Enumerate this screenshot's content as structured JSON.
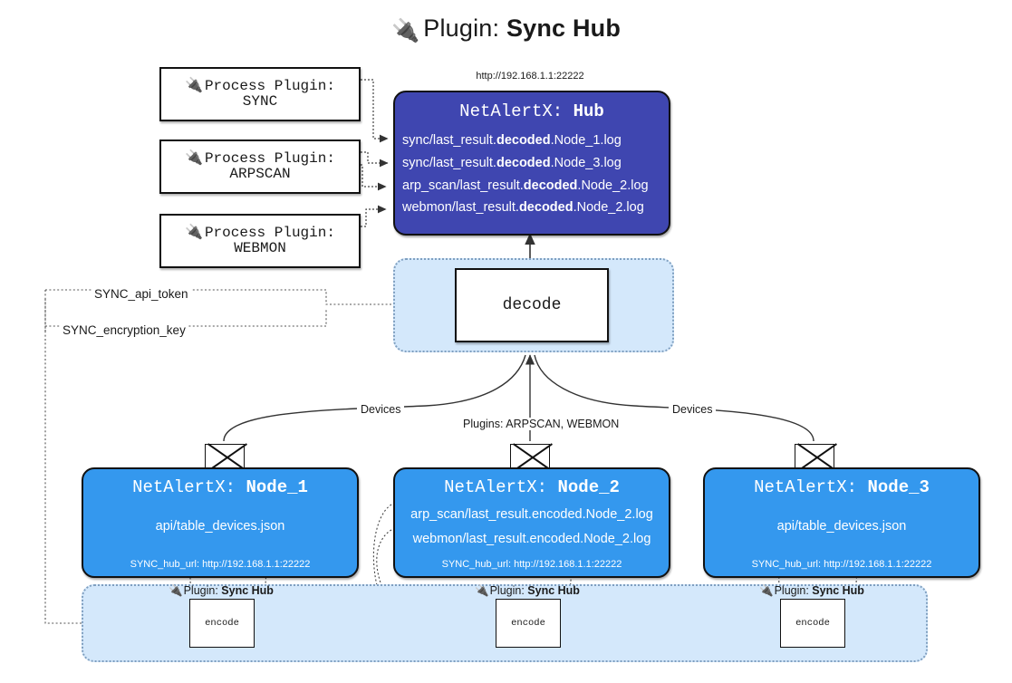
{
  "title": {
    "icon": "plug-icon",
    "prefix": "Plugin:",
    "name": "Sync Hub"
  },
  "hub": {
    "url": "http://192.168.1.1:22222",
    "title_prefix": "NetAlertX:",
    "title_name": "Hub",
    "lines": [
      {
        "pre": "sync/last_result.",
        "bold": "decoded",
        "post": ".Node_1.log"
      },
      {
        "pre": "sync/last_result.",
        "bold": "decoded",
        "post": ".Node_3.log"
      },
      {
        "pre": "arp_scan/last_result.",
        "bold": "decoded",
        "post": ".Node_2.log"
      },
      {
        "pre": "webmon/last_result.",
        "bold": "decoded",
        "post": ".Node_2.log"
      }
    ],
    "color": "#3f46b0"
  },
  "process_plugins": [
    {
      "icon": "plug-icon",
      "label": "Process Plugin:",
      "name": "SYNC"
    },
    {
      "icon": "plug-icon",
      "label": "Process Plugin:",
      "name": "ARPSCAN"
    },
    {
      "icon": "plug-icon",
      "label": "Process Plugin:",
      "name": "WEBMON"
    }
  ],
  "tokens": [
    {
      "label": "SYNC_api_token"
    },
    {
      "label": "SYNC_encryption_key"
    }
  ],
  "decode": {
    "label": "decode",
    "container_color": "#d4e8fb"
  },
  "edge_labels": {
    "devices_left": "Devices",
    "devices_right": "Devices",
    "plugins_mid": "Plugins: ARPSCAN, WEBMON"
  },
  "nodes": [
    {
      "title_prefix": "NetAlertX:",
      "title_name": "Node_1",
      "lines": [
        "api/table_devices.json"
      ],
      "footer": "SYNC_hub_url: http://192.168.1.1:22222",
      "color": "#3498ee",
      "envelope_icon": "envelope-icon"
    },
    {
      "title_prefix": "NetAlertX:",
      "title_name": "Node_2",
      "lines": [
        "arp_scan/last_result.encoded.Node_2.log",
        "webmon/last_result.encoded.Node_2.log"
      ],
      "footer": "SYNC_hub_url: http://192.168.1.1:22222",
      "color": "#3498ee",
      "envelope_icon": "envelope-icon"
    },
    {
      "title_prefix": "NetAlertX:",
      "title_name": "Node_3",
      "lines": [
        "api/table_devices.json"
      ],
      "footer": "SYNC_hub_url: http://192.168.1.1:22222",
      "color": "#3498ee",
      "envelope_icon": "envelope-icon"
    }
  ],
  "encoders": [
    {
      "icon": "plug-icon",
      "label_prefix": "Plugin:",
      "label_name": "Sync Hub",
      "box_label": "encode"
    },
    {
      "icon": "plug-icon",
      "label_prefix": "Plugin:",
      "label_name": "Sync Hub",
      "box_label": "encode"
    },
    {
      "icon": "plug-icon",
      "label_prefix": "Plugin:",
      "label_name": "Sync Hub",
      "box_label": "encode"
    }
  ]
}
